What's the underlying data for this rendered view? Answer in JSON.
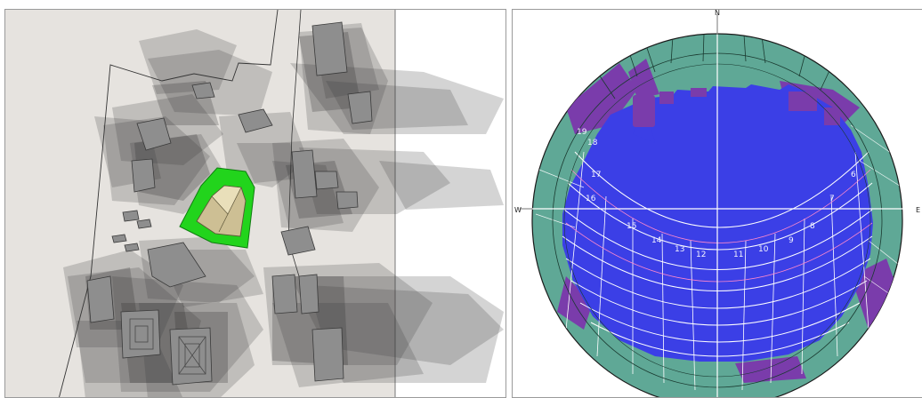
{
  "left_panel": {
    "kind": "shadow-study",
    "colors": {
      "ground": "#e6e3df",
      "shadow": "#3c3c3c",
      "building": "#8e8e8e",
      "site_highlight": "#22d41c",
      "target_building": "#cdbf94"
    }
  },
  "sky_panel": {
    "kind": "sky-dome",
    "compass": {
      "north": "N",
      "west": "W",
      "east": "E"
    },
    "sun_path_hours": [
      "19",
      "18",
      "17",
      "16",
      "15",
      "14",
      "13",
      "12",
      "11",
      "10",
      "9",
      "8",
      "7",
      "6"
    ],
    "colors": {
      "sky": "#3b3fe6",
      "obstruction": "#5fa896",
      "far_obstruction": "#7a3cab",
      "grid": "#ffffff"
    }
  }
}
